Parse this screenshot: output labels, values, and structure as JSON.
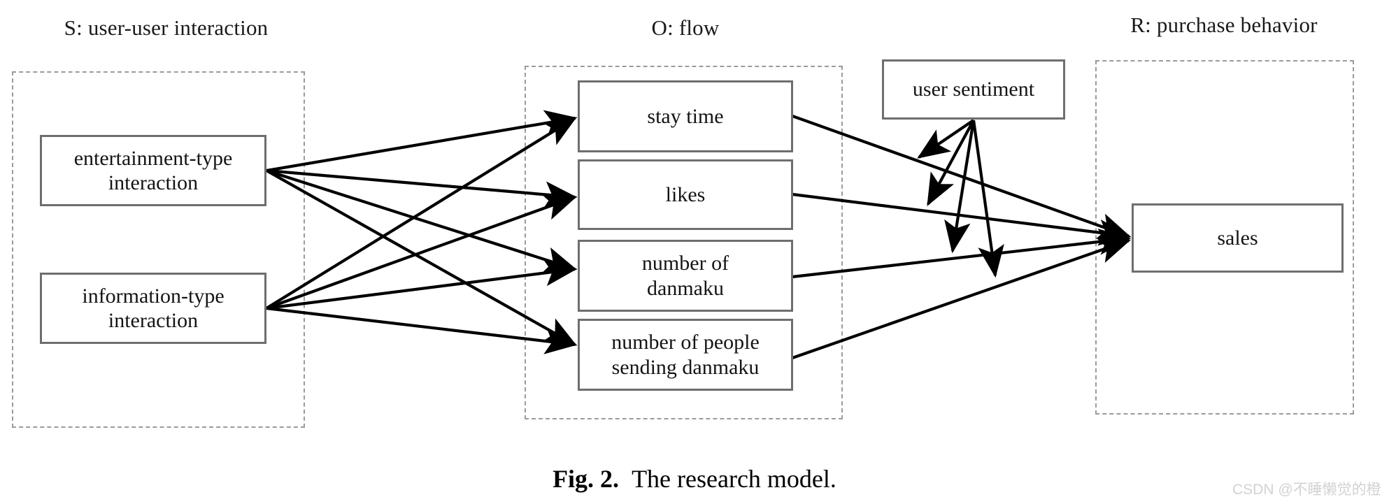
{
  "figure": {
    "caption_label": "Fig. 2.",
    "caption_text": "The research model."
  },
  "watermark": {
    "text": "CSDN @不睡懒觉的橙"
  },
  "colors": {
    "box_border": "#6e6e6e",
    "region_border": "#9b9b9b",
    "edge": "#000000",
    "text": "#141414",
    "background": "#ffffff",
    "watermark": "#d2d2d2"
  },
  "regions": [
    {
      "id": "S",
      "label": "S: user-user interaction"
    },
    {
      "id": "O",
      "label": "O: flow"
    },
    {
      "id": "R",
      "label": "R: purchase behavior"
    }
  ],
  "nodes": {
    "stimulus": [
      {
        "id": "entertainment",
        "label": "entertainment-type\ninteraction"
      },
      {
        "id": "information",
        "label": "information-type\ninteraction"
      }
    ],
    "organism": [
      {
        "id": "stay_time",
        "label": "stay time"
      },
      {
        "id": "likes",
        "label": "likes"
      },
      {
        "id": "danmaku_count",
        "label": "number of\ndanmaku"
      },
      {
        "id": "danmaku_senders",
        "label": "number of people\nsending danmaku"
      }
    ],
    "moderator": [
      {
        "id": "user_sentiment",
        "label": "user sentiment"
      }
    ],
    "response": [
      {
        "id": "sales",
        "label": "sales"
      }
    ]
  },
  "chart_data": {
    "type": "diagram",
    "title": "The research model.",
    "diagram_kind": "path-model (S-O-R framework)",
    "groups": [
      {
        "id": "S",
        "label": "S: user-user interaction",
        "members": [
          "entertainment-type interaction",
          "information-type interaction"
        ]
      },
      {
        "id": "O",
        "label": "O: flow",
        "members": [
          "stay time",
          "likes",
          "number of danmaku",
          "number of people sending danmaku"
        ]
      },
      {
        "id": "R",
        "label": "R: purchase behavior",
        "members": [
          "sales"
        ]
      }
    ],
    "ungrouped_nodes": [
      "user sentiment"
    ],
    "edges": [
      {
        "from": "entertainment-type interaction",
        "to": "stay time",
        "kind": "direct"
      },
      {
        "from": "entertainment-type interaction",
        "to": "likes",
        "kind": "direct"
      },
      {
        "from": "entertainment-type interaction",
        "to": "number of danmaku",
        "kind": "direct"
      },
      {
        "from": "entertainment-type interaction",
        "to": "number of people sending danmaku",
        "kind": "direct"
      },
      {
        "from": "information-type interaction",
        "to": "stay time",
        "kind": "direct"
      },
      {
        "from": "information-type interaction",
        "to": "likes",
        "kind": "direct"
      },
      {
        "from": "information-type interaction",
        "to": "number of danmaku",
        "kind": "direct"
      },
      {
        "from": "information-type interaction",
        "to": "number of people sending danmaku",
        "kind": "direct"
      },
      {
        "from": "stay time",
        "to": "sales",
        "kind": "direct"
      },
      {
        "from": "likes",
        "to": "sales",
        "kind": "direct"
      },
      {
        "from": "number of danmaku",
        "to": "sales",
        "kind": "direct"
      },
      {
        "from": "number of people sending danmaku",
        "to": "sales",
        "kind": "direct"
      },
      {
        "from": "user sentiment",
        "to": "stay time -> sales",
        "kind": "moderating"
      },
      {
        "from": "user sentiment",
        "to": "likes -> sales",
        "kind": "moderating"
      },
      {
        "from": "user sentiment",
        "to": "number of danmaku -> sales",
        "kind": "moderating"
      },
      {
        "from": "user sentiment",
        "to": "number of people sending danmaku -> sales",
        "kind": "moderating"
      }
    ]
  }
}
